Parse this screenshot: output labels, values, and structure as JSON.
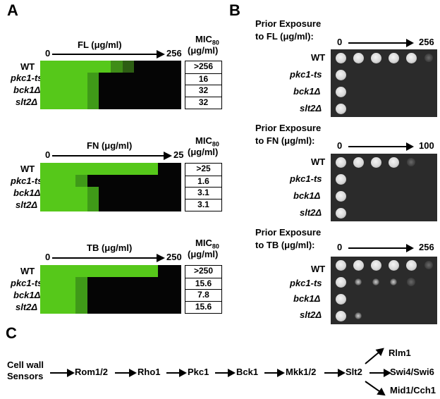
{
  "panels": {
    "a": "A",
    "b": "B",
    "c": "C"
  },
  "panelA": {
    "mic_header": "MIC",
    "mic_sub": "80",
    "mic_units": "(μg/ml)",
    "strains": [
      "WT",
      "pkc1-ts",
      "bck1Δ",
      "slt2Δ"
    ],
    "blocks": [
      {
        "drug": "FL (μg/ml)",
        "axis_min": "0",
        "axis_max": "256",
        "mic": [
          ">256",
          "16",
          "32",
          "32"
        ],
        "growth_cols": [
          8,
          5,
          5,
          5
        ]
      },
      {
        "drug": "FN (μg/ml)",
        "axis_min": "0",
        "axis_max": "25",
        "mic": [
          ">25",
          "1.6",
          "3.1",
          "3.1"
        ],
        "growth_cols": [
          10,
          4,
          5,
          5
        ]
      },
      {
        "drug": "TB (μg/ml)",
        "axis_min": "0",
        "axis_max": "250",
        "mic": [
          ">250",
          "15.6",
          "7.8",
          "15.6"
        ],
        "growth_cols": [
          10,
          4,
          4,
          4
        ]
      }
    ],
    "colors": {
      "growth": "#56c81a",
      "nogrowth": "#050505"
    }
  },
  "panelB": {
    "strains": [
      "WT",
      "pkc1-ts",
      "bck1Δ",
      "slt2Δ"
    ],
    "blocks": [
      {
        "title_line1": "Prior Exposure",
        "title_line2": "to FL (μg/ml):",
        "axis_min": "0",
        "axis_max": "256"
      },
      {
        "title_line1": "Prior Exposure",
        "title_line2": "to FN (μg/ml):",
        "axis_min": "0",
        "axis_max": "100"
      },
      {
        "title_line1": "Prior Exposure",
        "title_line2": "to TB (μg/ml):",
        "axis_min": "0",
        "axis_max": "256"
      }
    ]
  },
  "panelC": {
    "sensors_line1": "Cell wall",
    "sensors_line2": "Sensors",
    "chain": [
      "Rom1/2",
      "Rho1",
      "Pkc1",
      "Bck1",
      "Mkk1/2",
      "Slt2"
    ],
    "outputs": [
      "Rlm1",
      "Swi4/Swi6",
      "Mid1/Cch1"
    ]
  }
}
